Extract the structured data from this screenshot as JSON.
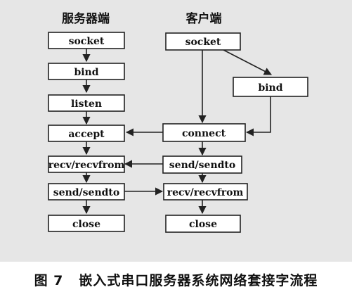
{
  "server": {
    "heading": "服务器端",
    "steps": [
      "socket",
      "bind",
      "listen",
      "accept",
      "recv/recvfrom",
      "send/sendto",
      "close"
    ]
  },
  "client": {
    "heading": "客户端",
    "steps": [
      "socket",
      "bind",
      "connect",
      "send/sendto",
      "recv/recvfrom",
      "close"
    ]
  },
  "caption": {
    "figure_number": "图 7",
    "text": "嵌入式串口服务器系统网络套接字流程"
  }
}
